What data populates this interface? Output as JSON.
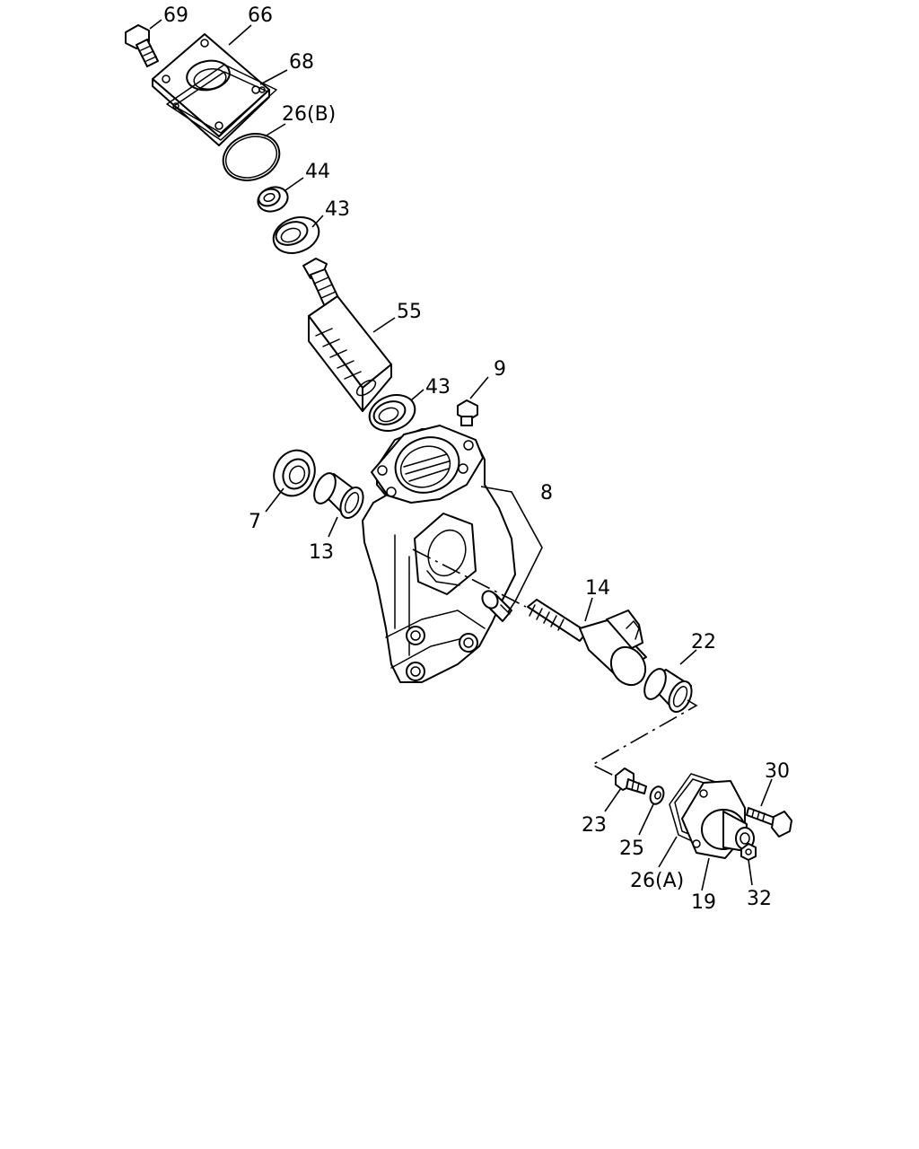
{
  "callouts": {
    "c69": "69",
    "c66": "66",
    "c68": "68",
    "c26b": "26(B)",
    "c44": "44",
    "c43_upper": "43",
    "c55": "55",
    "c43_lower": "43",
    "c9": "9",
    "c8": "8",
    "c7": "7",
    "c13": "13",
    "c14": "14",
    "c22": "22",
    "c30": "30",
    "c23": "23",
    "c25": "25",
    "c26a": "26(A)",
    "c19": "19",
    "c32": "32"
  }
}
